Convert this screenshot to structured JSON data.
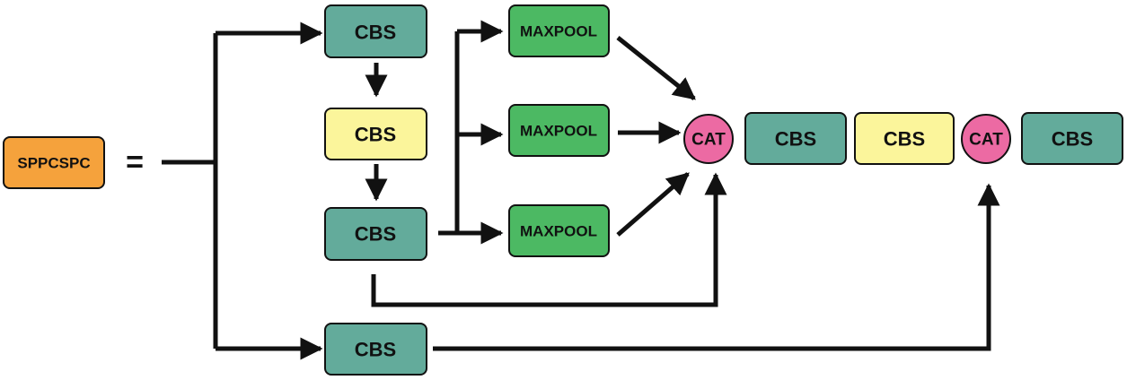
{
  "colors": {
    "cbs_teal": "#63ab9b",
    "cbs_yellow": "#fbf59b",
    "maxpool_green": "#4cb963",
    "sppcspc_orange": "#f5a23c",
    "cat_pink": "#ec6aa3",
    "stroke": "#111111"
  },
  "diagram": {
    "sppcspc": "SPPCSPC",
    "equals": "=",
    "cbs_top": "CBS",
    "cbs_mid": "CBS",
    "cbs_low": "CBS",
    "cbs_bottom": "CBS",
    "maxpool_1": "MAXPOOL",
    "maxpool_2": "MAXPOOL",
    "maxpool_3": "MAXPOOL",
    "cat_1": "CAT",
    "cbs_after_cat_1": "CBS",
    "cbs_yellow_after": "CBS",
    "cat_2": "CAT",
    "cbs_final": "CBS"
  }
}
